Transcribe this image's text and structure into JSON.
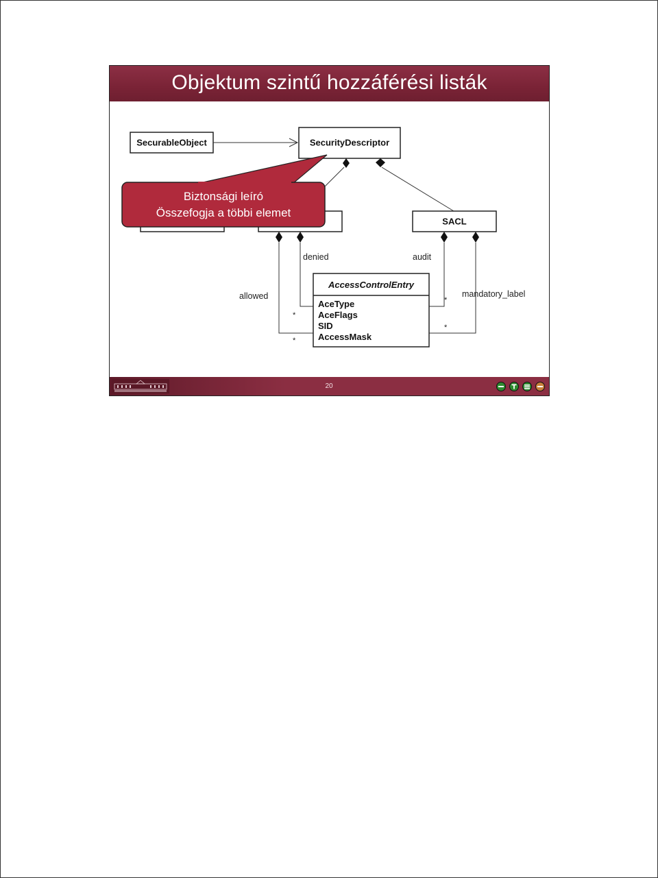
{
  "slide": {
    "title": "Objektum szintű hozzáférési listák",
    "page_number": "20"
  },
  "diagram": {
    "boxes": {
      "securable_object": "SecurableObject",
      "security_descriptor": "SecurityDescriptor",
      "sacl": "SACL",
      "access_control_entry": "AccessControlEntry"
    },
    "ace_attributes": [
      "AceType",
      "AceFlags",
      "SID",
      "AccessMask"
    ],
    "roles": {
      "allowed": "allowed",
      "denied": "denied",
      "audit": "audit",
      "mandatory_label": "mandatory_label"
    },
    "multiplicity": "*"
  },
  "callout": {
    "line1": "Biztonsági leíró",
    "line2": "Összefogja a többi elemet"
  },
  "footer": {
    "logo_icon": "university-building-logo",
    "nav_icons": [
      "prev-icon",
      "table-of-contents-icon",
      "next-icon",
      "close-icon"
    ]
  },
  "colors": {
    "header_bg": "#7a2336",
    "callout_bg": "#b02a3c"
  }
}
